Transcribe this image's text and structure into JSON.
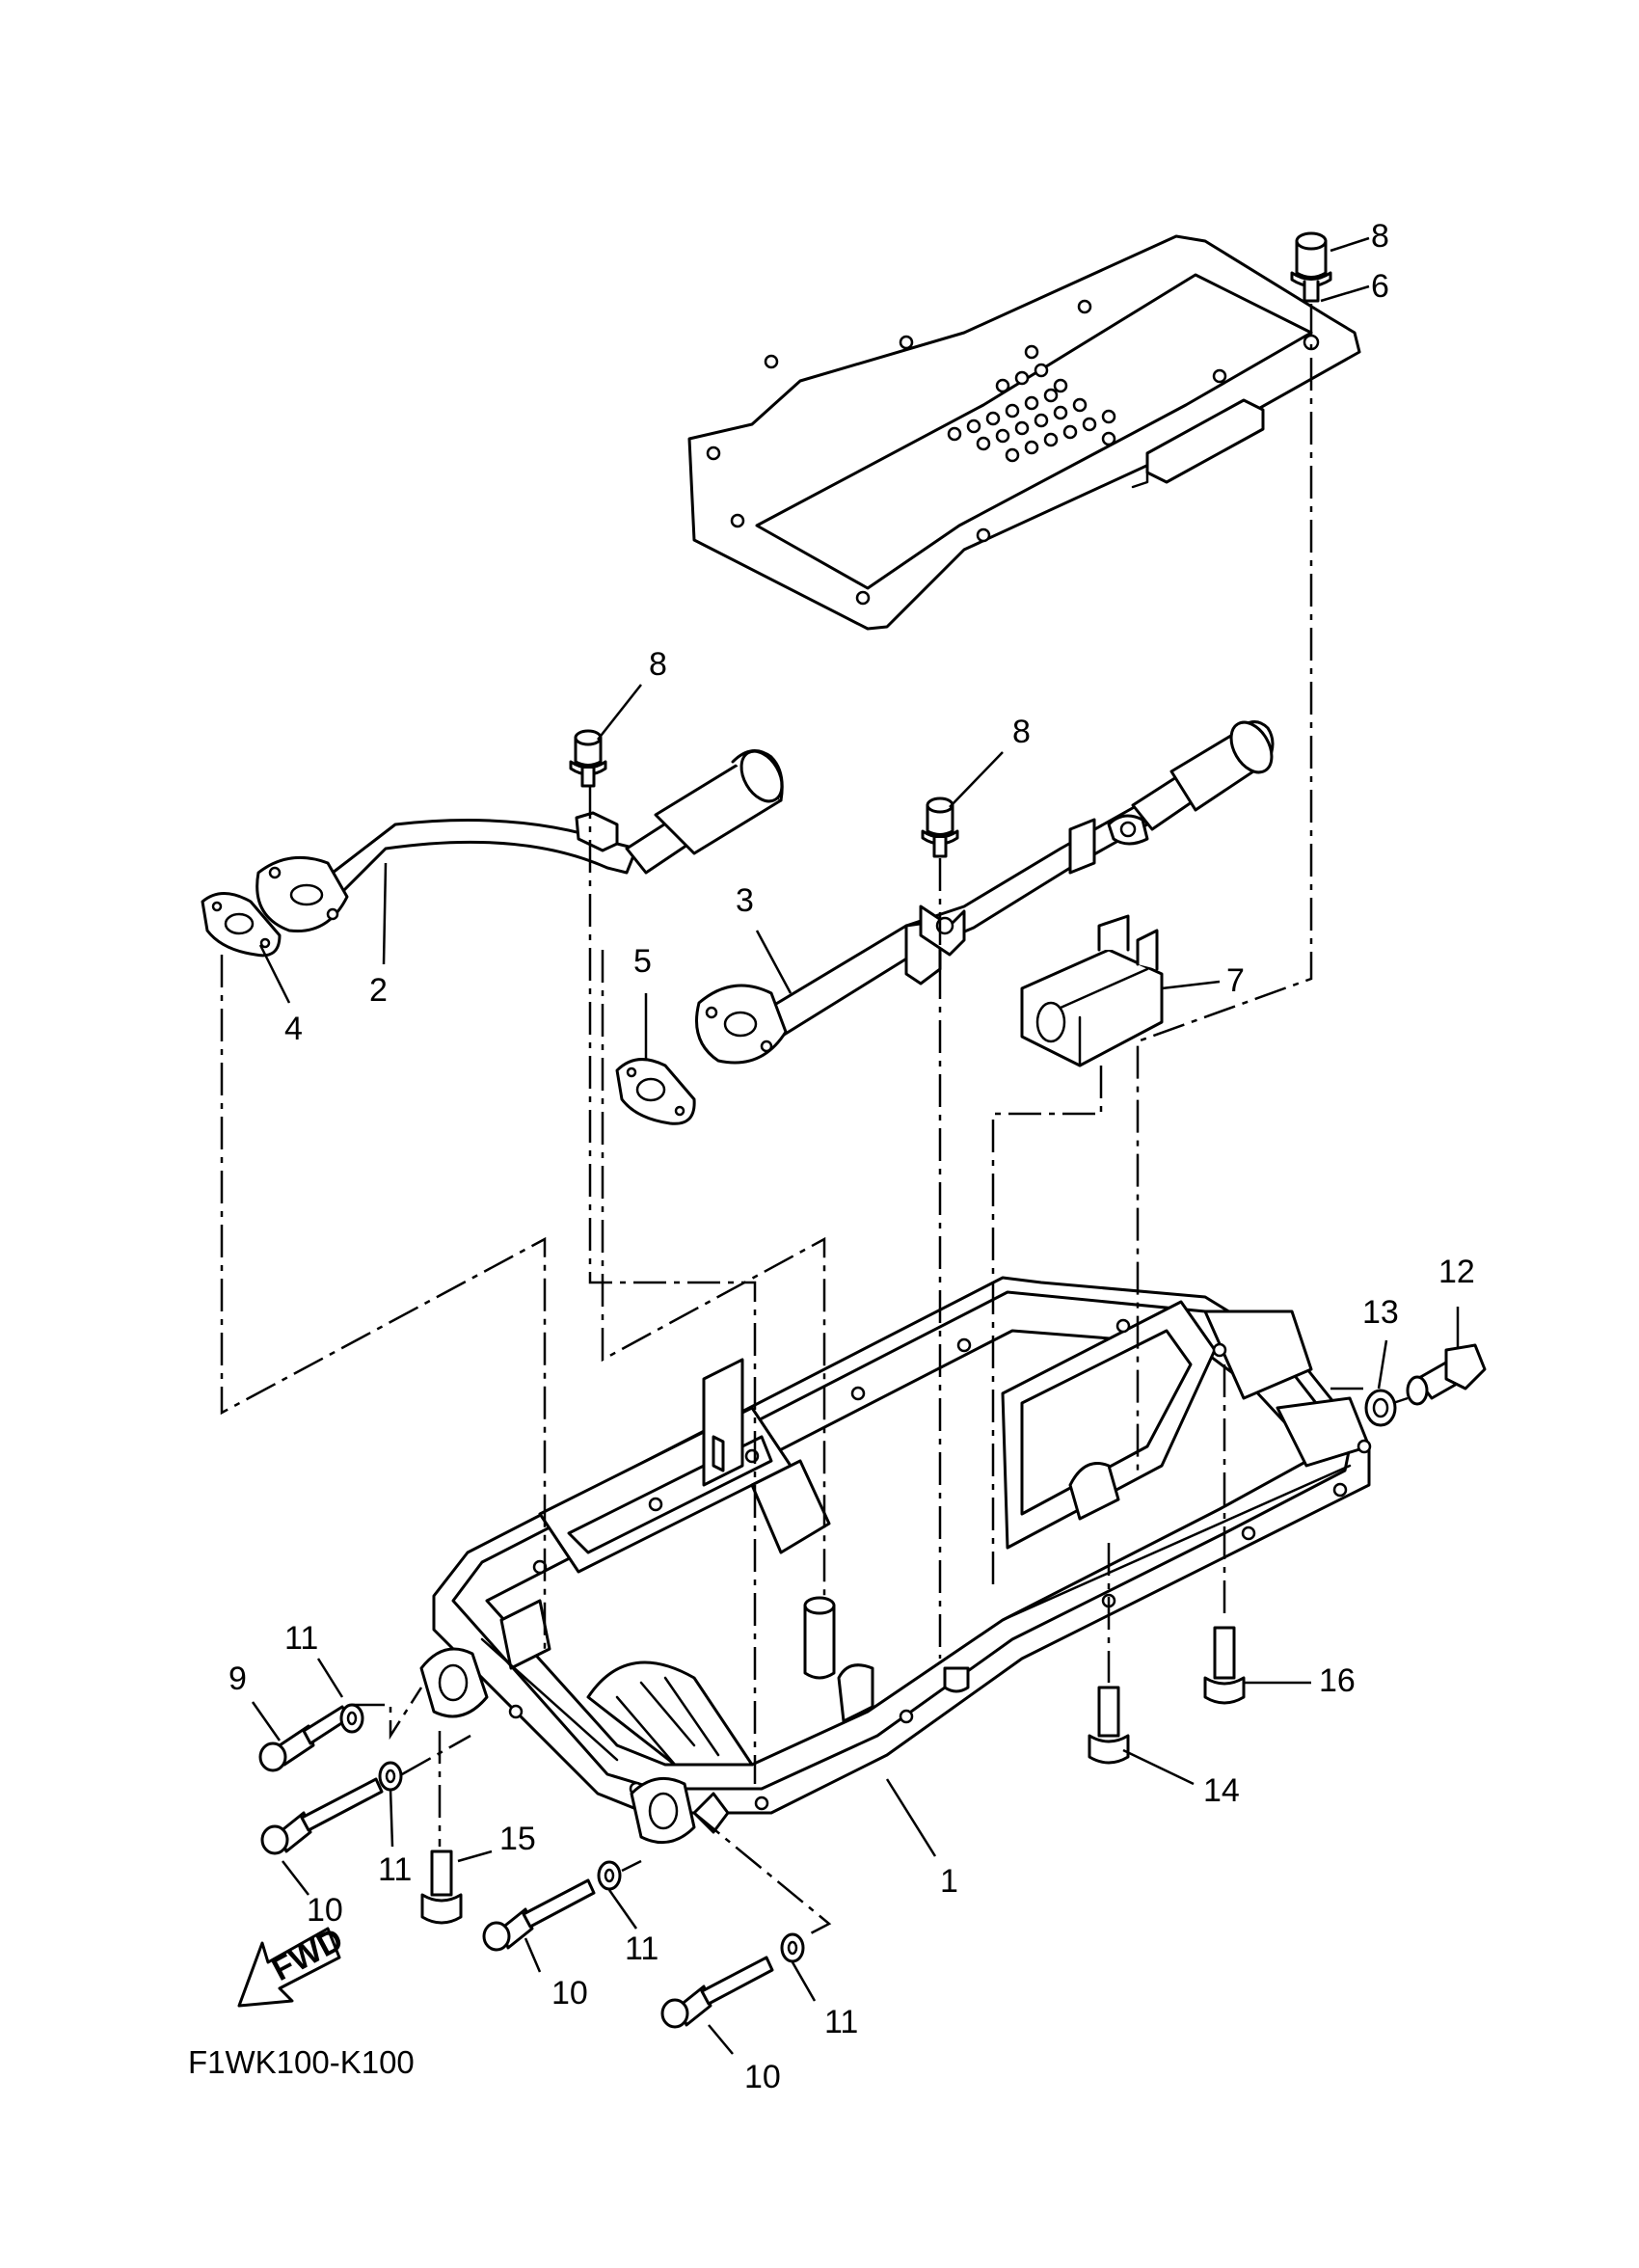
{
  "diagram": {
    "code": "F1WK100-K100",
    "fwd_label": "FWD",
    "callouts": [
      {
        "id": "c1",
        "label": "1"
      },
      {
        "id": "c2",
        "label": "2"
      },
      {
        "id": "c3",
        "label": "3"
      },
      {
        "id": "c4",
        "label": "4"
      },
      {
        "id": "c5",
        "label": "5"
      },
      {
        "id": "c6",
        "label": "6"
      },
      {
        "id": "c7",
        "label": "7"
      },
      {
        "id": "c8a",
        "label": "8"
      },
      {
        "id": "c8b",
        "label": "8"
      },
      {
        "id": "c8c",
        "label": "8"
      },
      {
        "id": "c9",
        "label": "9"
      },
      {
        "id": "c10a",
        "label": "10"
      },
      {
        "id": "c10b",
        "label": "10"
      },
      {
        "id": "c10c",
        "label": "10"
      },
      {
        "id": "c11a",
        "label": "11"
      },
      {
        "id": "c11b",
        "label": "11"
      },
      {
        "id": "c11c",
        "label": "11"
      },
      {
        "id": "c11d",
        "label": "11"
      },
      {
        "id": "c12",
        "label": "12"
      },
      {
        "id": "c13",
        "label": "13"
      },
      {
        "id": "c14",
        "label": "14"
      },
      {
        "id": "c15",
        "label": "15"
      },
      {
        "id": "c16",
        "label": "16"
      }
    ]
  }
}
